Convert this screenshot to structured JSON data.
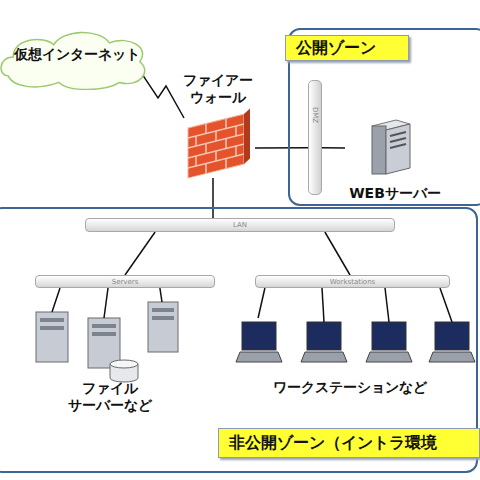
{
  "diagram": {
    "nodes": [
      {
        "text": [
          "仮想インターネット"
        ]
      },
      {
        "text": [
          "ファイアー ウォール"
        ]
      },
      {
        "text": [
          "公開ゾーン"
        ]
      },
      {
        "text": [
          "DMZ"
        ],
        "in": 2
      },
      {
        "text": [
          "WEBサーバー"
        ],
        "in": 2
      },
      {
        "text": [
          "非公開ゾーン（イントラ環境"
        ]
      },
      {
        "text": [
          "LAN"
        ],
        "in": 5
      },
      {
        "text": [
          "Servers"
        ],
        "in": 5
      },
      {
        "text": [
          "Workstations"
        ],
        "in": 5
      },
      {
        "text": [
          "ファイル サーバーなど"
        ],
        "in": 5
      },
      {
        "text": [
          "ワークステーションなど"
        ],
        "in": 5
      }
    ],
    "edges": [
      {
        "from": 0,
        "to": 1,
        "arrow": "none"
      },
      {
        "from": 1,
        "to": 3,
        "arrow": "none"
      },
      {
        "from": 3,
        "to": 4,
        "arrow": "none"
      },
      {
        "from": 1,
        "to": 6,
        "arrow": "none"
      },
      {
        "from": 6,
        "to": 7,
        "arrow": "none"
      },
      {
        "from": 6,
        "to": 8,
        "arrow": "none"
      },
      {
        "from": 7,
        "to": 9,
        "arrow": "none"
      },
      {
        "from": 8,
        "to": 10,
        "arrow": "none"
      }
    ]
  }
}
